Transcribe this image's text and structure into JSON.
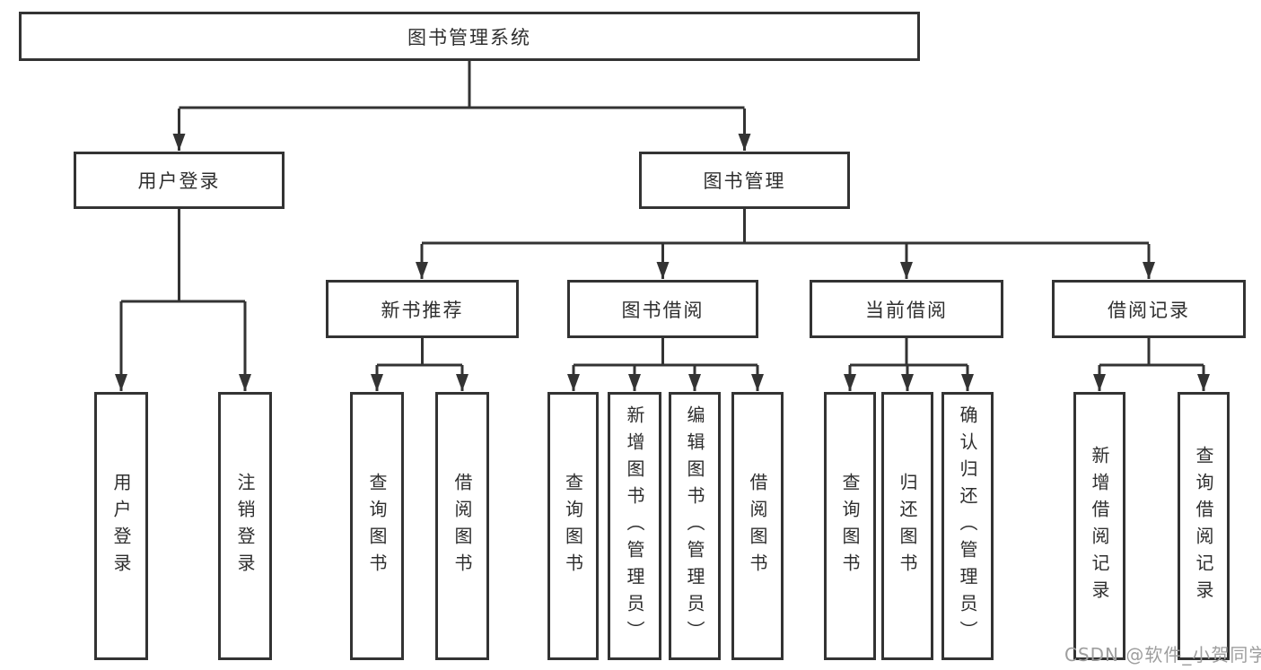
{
  "diagram": {
    "root": {
      "label": "图书管理系统"
    },
    "branches": {
      "user_login": {
        "label": "用户登录",
        "children": [
          "用户登录",
          "注销登录"
        ]
      },
      "book_management": {
        "label": "图书管理",
        "sections": {
          "new_book_recommend": {
            "label": "新书推荐",
            "children": [
              "查询图书",
              "借阅图书"
            ]
          },
          "book_borrowing": {
            "label": "图书借阅",
            "children": [
              "查询图书",
              "新增图书（管理员）",
              "编辑图书（管理员）",
              "借阅图书"
            ]
          },
          "current_borrowing": {
            "label": "当前借阅",
            "children": [
              "查询图书",
              "归还图书",
              "确认归还（管理员）"
            ]
          },
          "borrowing_records": {
            "label": "借阅记录",
            "children": [
              "新增借阅记录",
              "查询借阅记录"
            ]
          }
        }
      }
    }
  },
  "watermark": "CSDN @软件_小贺同学",
  "colors": {
    "line": "#333333",
    "box_border": "#333333",
    "box_fill": "#ffffff",
    "text": "#2e2e2e",
    "watermark": "#9e9e9e"
  }
}
